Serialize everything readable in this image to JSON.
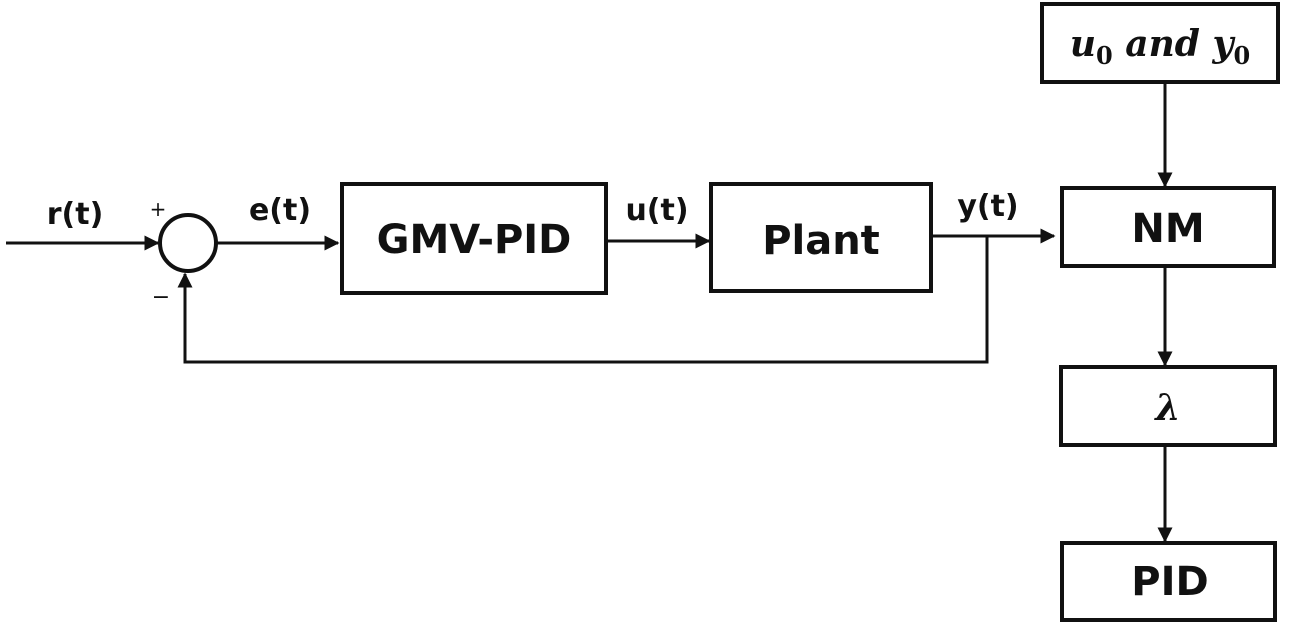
{
  "diagram": {
    "type": "control-block-diagram",
    "blocks": {
      "controller": "GMV-PID",
      "plant": "Plant",
      "nm": "NM",
      "init": {
        "u": "u",
        "u_sub": "0",
        "and": "and",
        "y": "y",
        "y_sub": "0"
      },
      "lambda": "λ",
      "pid": "PID"
    },
    "signals": {
      "reference": "r(t)",
      "error": "e(t)",
      "control": "u(t)",
      "output": "y(t)"
    },
    "summing_junction": {
      "plus": "+",
      "minus": "−"
    },
    "colors": {
      "line": "#111111",
      "background": "#ffffff"
    }
  }
}
